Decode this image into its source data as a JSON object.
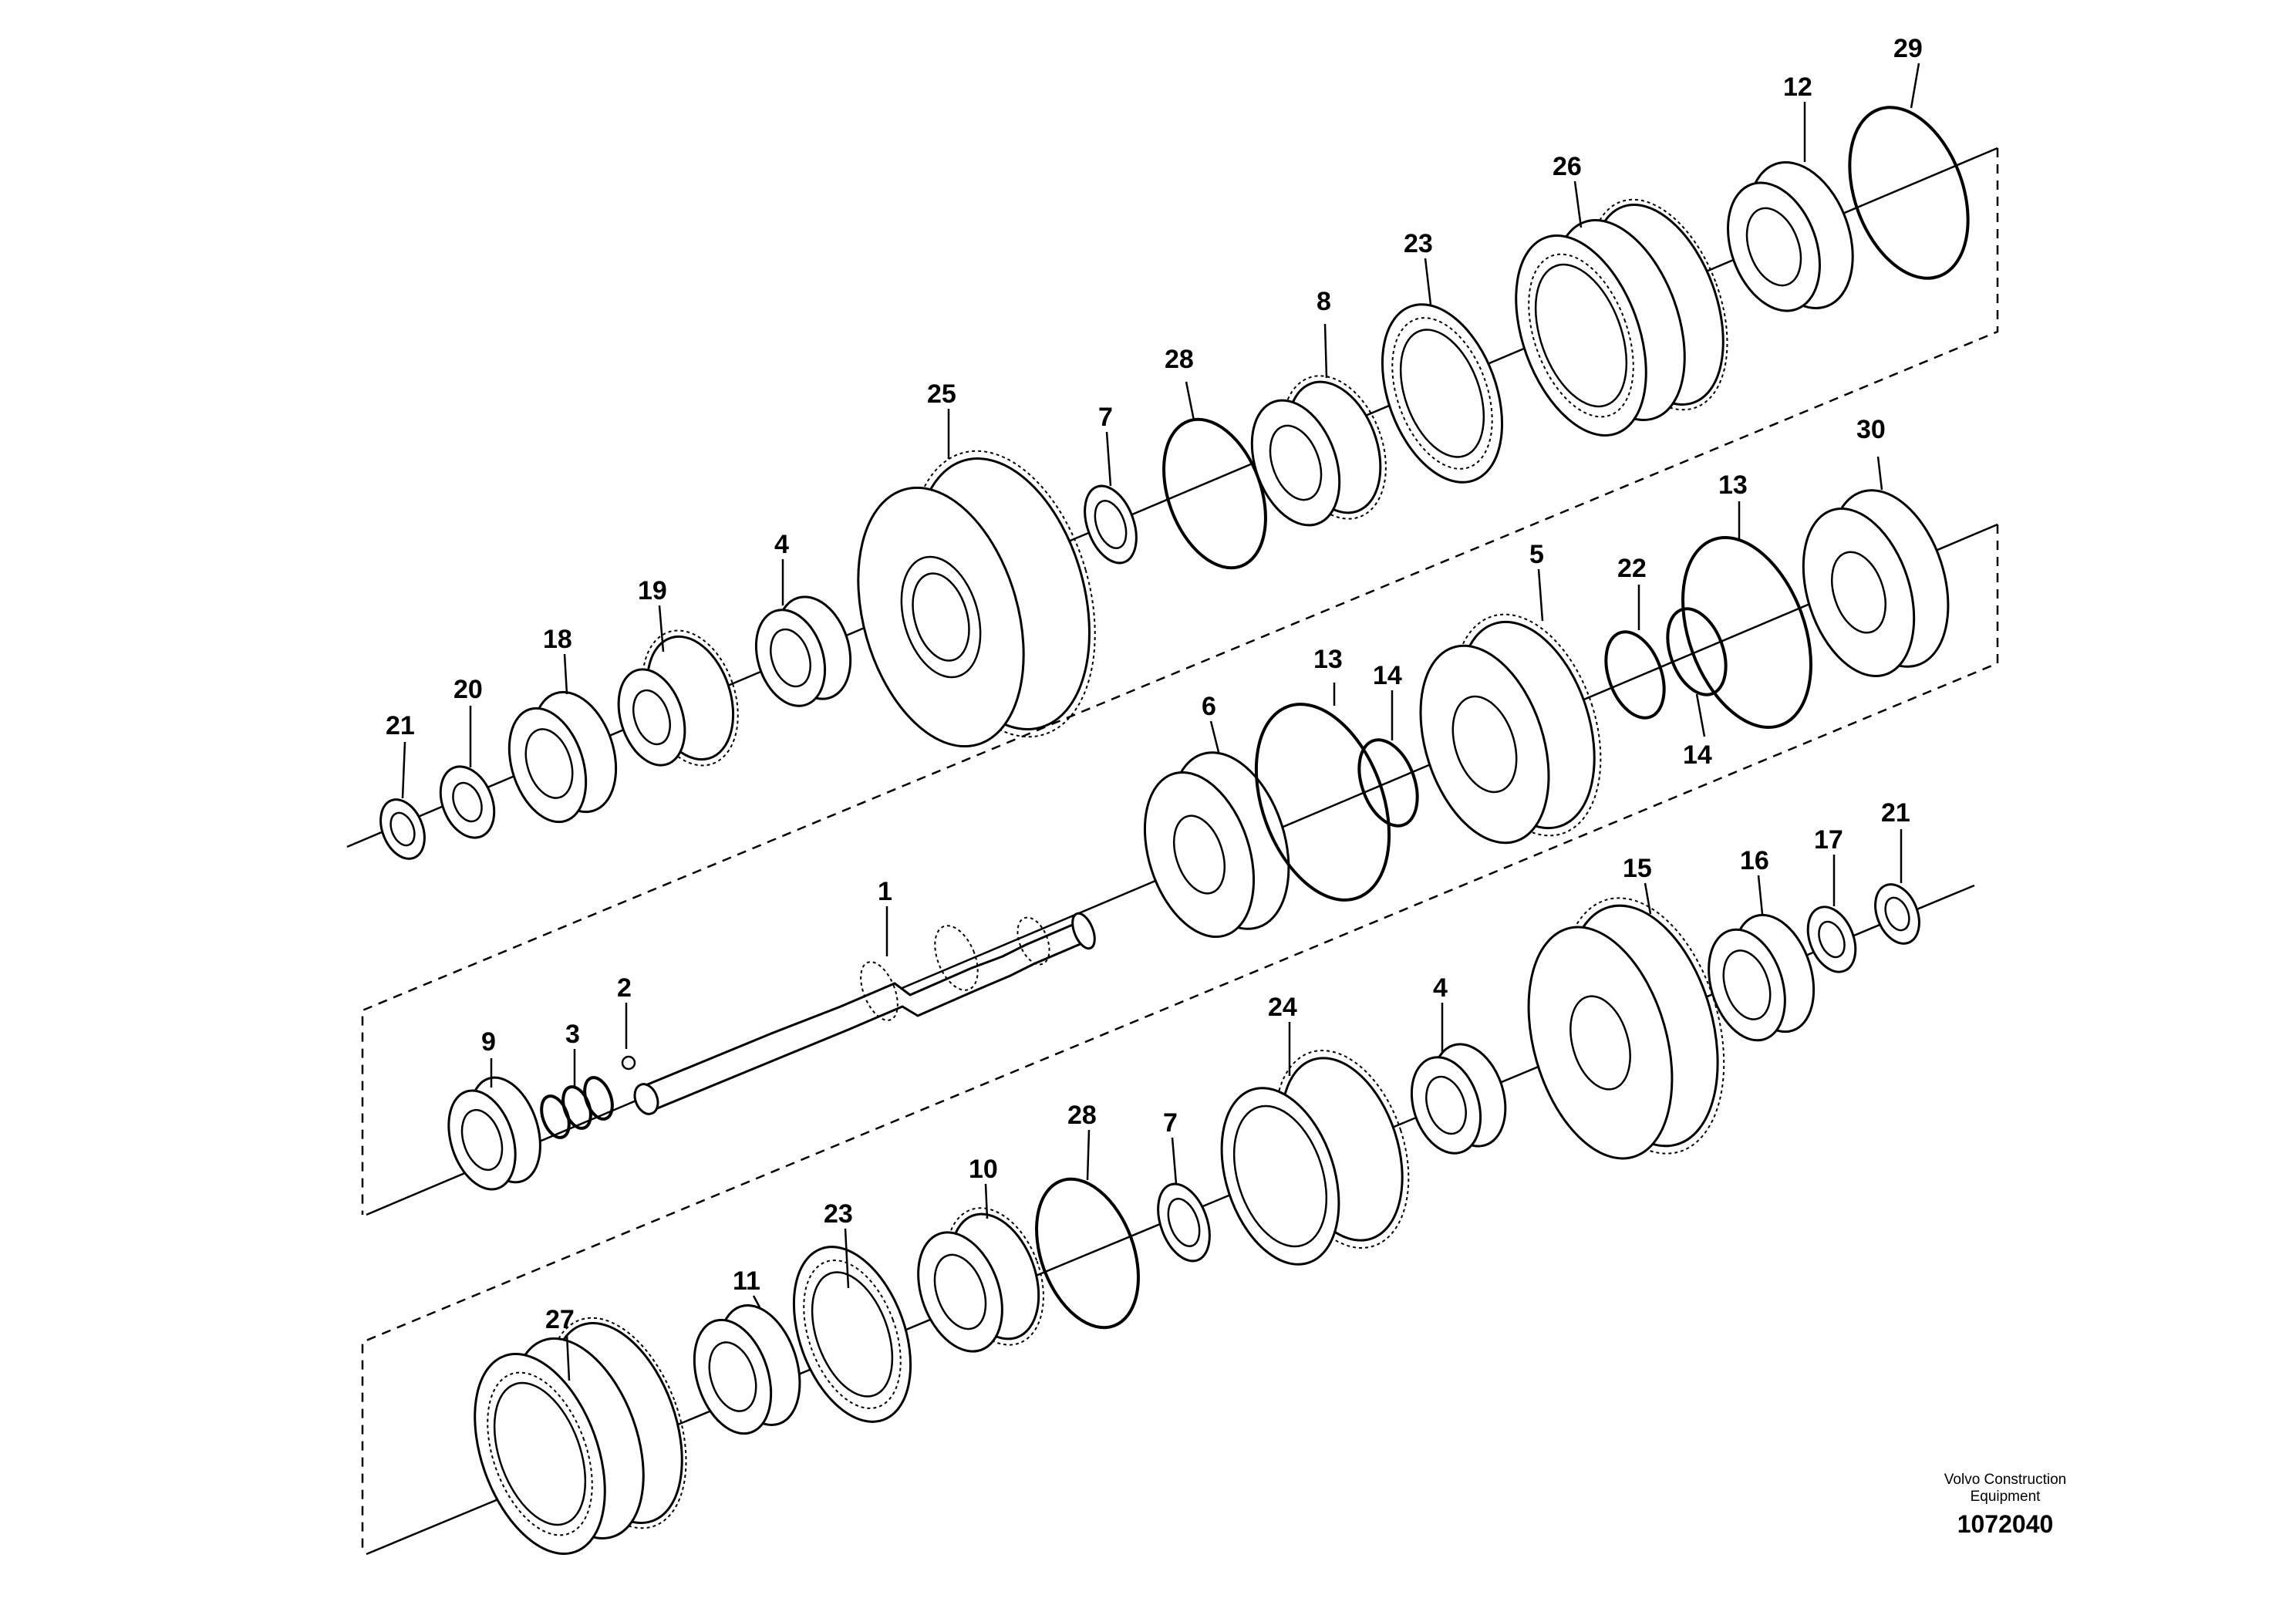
{
  "callouts": {
    "c29": "29",
    "c12": "12",
    "c26": "26",
    "c23a": "23",
    "c8": "8",
    "c28a": "28",
    "c25": "25",
    "c7a": "7",
    "c4a": "4",
    "c19": "19",
    "c18": "18",
    "c20": "20",
    "c21a": "21",
    "c30": "30",
    "c13a": "13",
    "c22": "22",
    "c5": "5",
    "c13b": "13",
    "c14a": "14",
    "c14b": "14",
    "c6": "6",
    "c1": "1",
    "c2": "2",
    "c3": "3",
    "c9": "9",
    "c21b": "21",
    "c17": "17",
    "c16": "16",
    "c15": "15",
    "c24": "24",
    "c4b": "4",
    "c28b": "28",
    "c7b": "7",
    "c10": "10",
    "c23b": "23",
    "c11": "11",
    "c27": "27"
  },
  "credit": {
    "line1": "Volvo Construction",
    "line2": "Equipment",
    "doc_number": "1072040"
  }
}
